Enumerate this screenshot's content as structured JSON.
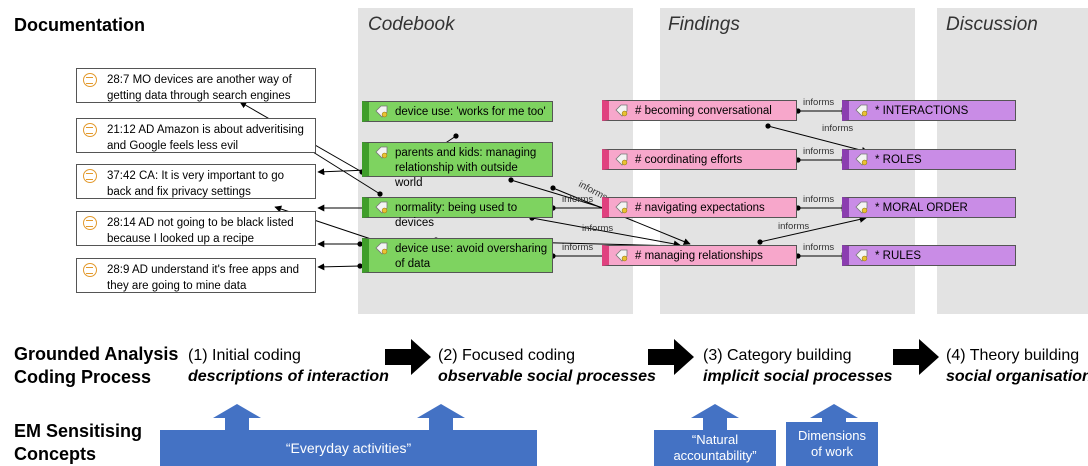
{
  "labels": {
    "documentation": "Documentation",
    "grounded_line1": "Grounded Analysis",
    "grounded_line2": "Coding Process",
    "em_line1": "EM Sensitising",
    "em_line2": "Concepts"
  },
  "panels": {
    "codebook": "Codebook",
    "findings": "Findings",
    "discussion": "Discussion"
  },
  "quotes": [
    "28:7 MO devices are another way of getting data through search engines",
    "21:12 AD Amazon is about adveritising and Google feels less evil",
    "37:42 CA: It is very important to go back and fix privacy settings",
    "28:14 AD not going to be black listed because I looked up a recipe",
    "28:9 AD understand it's free apps and they are going to mine data"
  ],
  "codebook_codes": [
    "device use: 'works for me too'",
    "parents and kids: managing relationship with outside world",
    "normality: being used to devices",
    "device use: avoid oversharing of data"
  ],
  "finding_codes": [
    "# becoming conversational",
    "# coordinating efforts",
    "# navigating expectations",
    "# managing relationships"
  ],
  "discussion_codes": [
    "* INTERACTIONS",
    "* ROLES",
    "* MORAL ORDER",
    "* RULES"
  ],
  "edge_label": "informs",
  "steps": [
    {
      "title": "(1)   Initial coding",
      "subtitle": "descriptions of  interaction"
    },
    {
      "title": "(2) Focused coding",
      "subtitle": "observable social processes"
    },
    {
      "title": "(3) Category building",
      "subtitle": "implicit social processes"
    },
    {
      "title": "(4) Theory building",
      "subtitle": "social organisation"
    }
  ],
  "concepts": [
    "“Everyday activities”",
    "“Natural accountability”",
    "Dimensions of work"
  ],
  "colors": {
    "panel": "#e3e3e3",
    "codebook_green": "#7ed360",
    "findings_pink": "#f7a7cb",
    "discussion_purple": "#c98ce6",
    "concept_blue": "#4472c4"
  }
}
